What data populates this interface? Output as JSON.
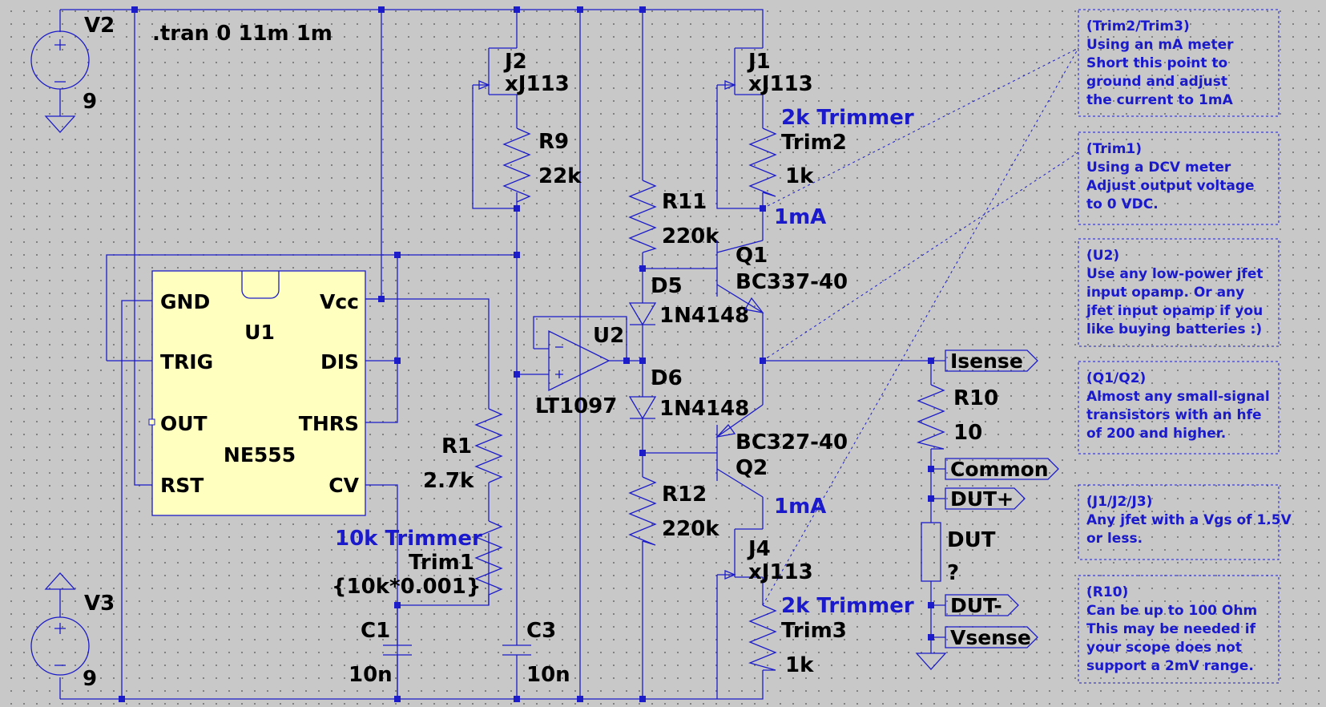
{
  "directive": ".tran 0 11m 1m",
  "components": {
    "v2": {
      "name": "V2",
      "value": "9"
    },
    "v3": {
      "name": "V3",
      "value": "9"
    },
    "u1": {
      "name": "U1",
      "part": "NE555",
      "pins": {
        "gnd": "GND",
        "trig": "TRIG",
        "out": "OUT",
        "rst": "RST",
        "vcc": "Vcc",
        "dis": "DIS",
        "thrs": "THRS",
        "cv": "CV"
      }
    },
    "j2": {
      "name": "J2",
      "part": "xJ113"
    },
    "r9": {
      "name": "R9",
      "value": "22k"
    },
    "j1": {
      "name": "J1",
      "part": "xJ113"
    },
    "trim2": {
      "note": "2k Trimmer",
      "name": "Trim2",
      "value": "1k",
      "current": "1mA"
    },
    "r11": {
      "name": "R11",
      "value": "220k"
    },
    "q1": {
      "name": "Q1",
      "part": "BC337-40"
    },
    "d5": {
      "name": "D5",
      "part": "1N4148"
    },
    "u2": {
      "name": "U2",
      "part": "LT1097"
    },
    "d6": {
      "name": "D6",
      "part": "1N4148"
    },
    "q2": {
      "name": "Q2",
      "part": "BC327-40",
      "current": "1mA"
    },
    "r12": {
      "name": "R12",
      "value": "220k"
    },
    "j4": {
      "name": "J4",
      "part": "xJ113"
    },
    "trim3": {
      "note": "2k Trimmer",
      "name": "Trim3",
      "value": "1k"
    },
    "r1": {
      "name": "R1",
      "value": "2.7k"
    },
    "trim1": {
      "note": "10k Trimmer",
      "name": "Trim1",
      "value": "{10k*0.001}"
    },
    "c1": {
      "name": "C1",
      "value": "10n"
    },
    "c3": {
      "name": "C3",
      "value": "10n"
    },
    "r10": {
      "name": "R10",
      "value": "10"
    },
    "dut": {
      "name": "DUT",
      "value": "?"
    }
  },
  "ports": {
    "isense": "Isense",
    "common": "Common",
    "dut_plus": "DUT+",
    "dut_minus": "DUT-",
    "vsense": "Vsense"
  },
  "notes": [
    {
      "title": "(Trim2/Trim3)",
      "lines": [
        "Using an mA meter",
        "Short this point to",
        "ground and adjust",
        "the current to 1mA"
      ]
    },
    {
      "title": "(Trim1)",
      "lines": [
        "Using a DCV meter",
        "Adjust output voltage",
        "to 0 VDC."
      ]
    },
    {
      "title": "(U2)",
      "lines": [
        "Use any low-power jfet",
        "input opamp. Or any",
        "jfet input opamp if you",
        "like buying batteries :)"
      ]
    },
    {
      "title": "(Q1/Q2)",
      "lines": [
        "Almost any small-signal",
        "transistors with an hfe",
        "of 200 and higher."
      ]
    },
    {
      "title": "(J1/J2/J3)",
      "lines": [
        "Any jfet with a Vgs of 1.5V",
        "or less."
      ]
    },
    {
      "title": "(R10)",
      "lines": [
        "Can be up to 100 Ohm",
        "This may be needed if",
        "your scope does not",
        "support a 2mV range."
      ]
    }
  ],
  "colors": {
    "background": "#c8c8c8",
    "wire": "#1c1cc8",
    "ic_fill": "#ffffc0",
    "note_text": "#1a1acc"
  }
}
